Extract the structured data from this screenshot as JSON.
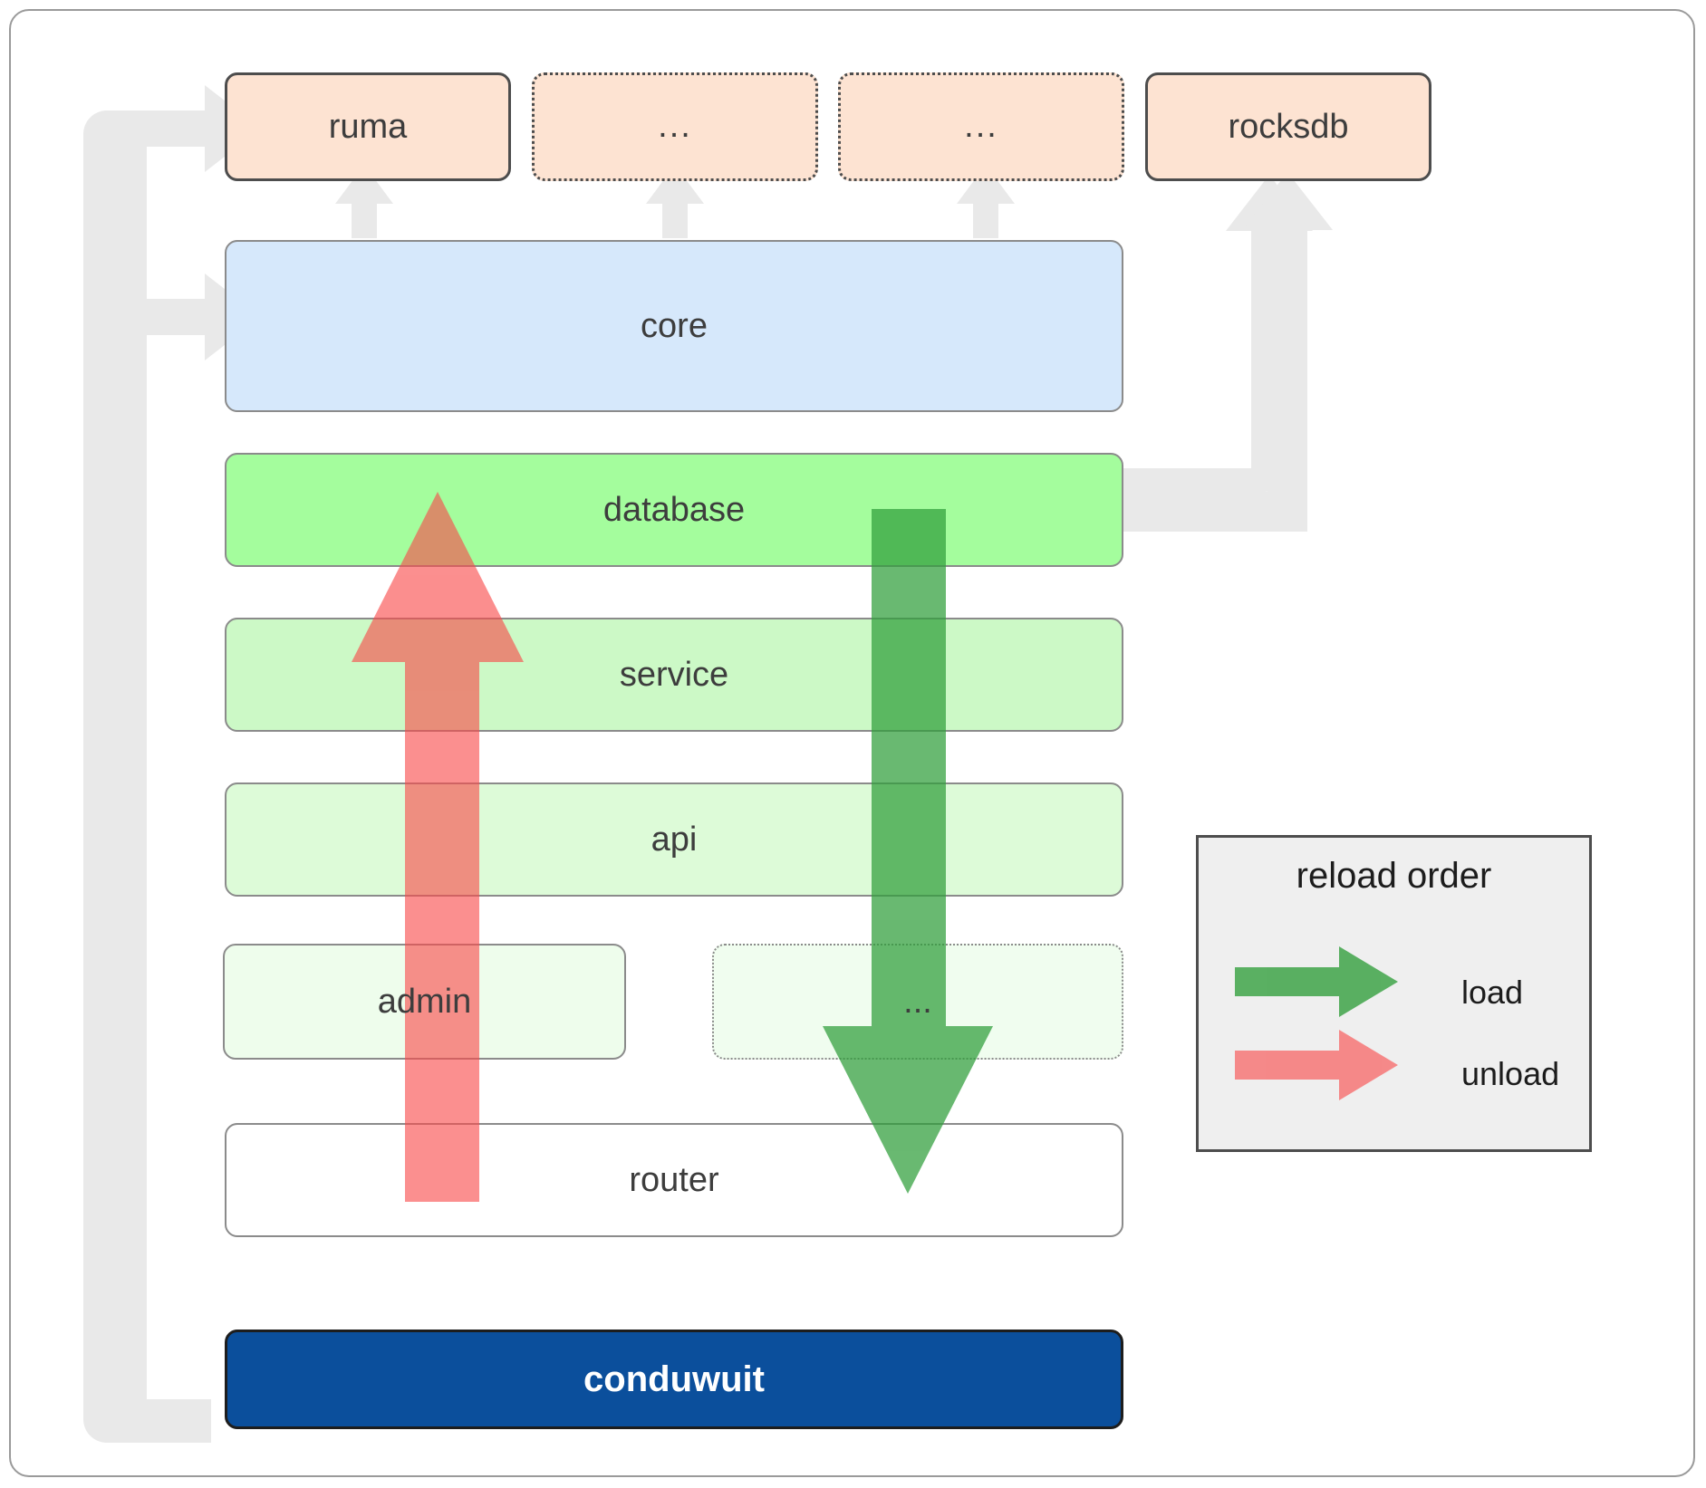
{
  "diagram": {
    "title_present": false,
    "top_crates": [
      {
        "id": "ruma",
        "label": "ruma",
        "style": "solid"
      },
      {
        "id": "ellipsis-1",
        "label": "...",
        "style": "dotted"
      },
      {
        "id": "ellipsis-2",
        "label": "...",
        "style": "dotted"
      },
      {
        "id": "rocksdb",
        "label": "rocksdb",
        "style": "solid"
      }
    ],
    "layers": [
      {
        "id": "core",
        "label": "core",
        "color": "#d6e8fb"
      },
      {
        "id": "database",
        "label": "database",
        "color": "#a4fd9d"
      },
      {
        "id": "service",
        "label": "service",
        "color": "#ccf9c6"
      },
      {
        "id": "api",
        "label": "api",
        "color": "#ddfbd8"
      },
      {
        "id": "admin",
        "label": "admin",
        "color": "#eefdec"
      },
      {
        "id": "layer-ellipsis",
        "label": "...",
        "color": "#f0fdef"
      },
      {
        "id": "router",
        "label": "router",
        "color": "#ffffff"
      }
    ],
    "application": {
      "id": "conduwuit",
      "label": "conduwuit",
      "color": "#0b4f9c"
    },
    "legend": {
      "title": "reload order",
      "entries": [
        {
          "id": "load",
          "label": "load",
          "color": "#57a75a"
        },
        {
          "id": "unload",
          "label": "unload",
          "color": "#fa8c8c"
        }
      ]
    },
    "colors": {
      "crate_fill": "#fde3d2",
      "crate_border": "#4d4d4d",
      "connector": "#e9e9e9",
      "load_arrow": "#57a75a",
      "unload_arrow": "#fa8c8c",
      "app_fill": "#0b4f9c",
      "legend_fill": "#efefef"
    }
  }
}
